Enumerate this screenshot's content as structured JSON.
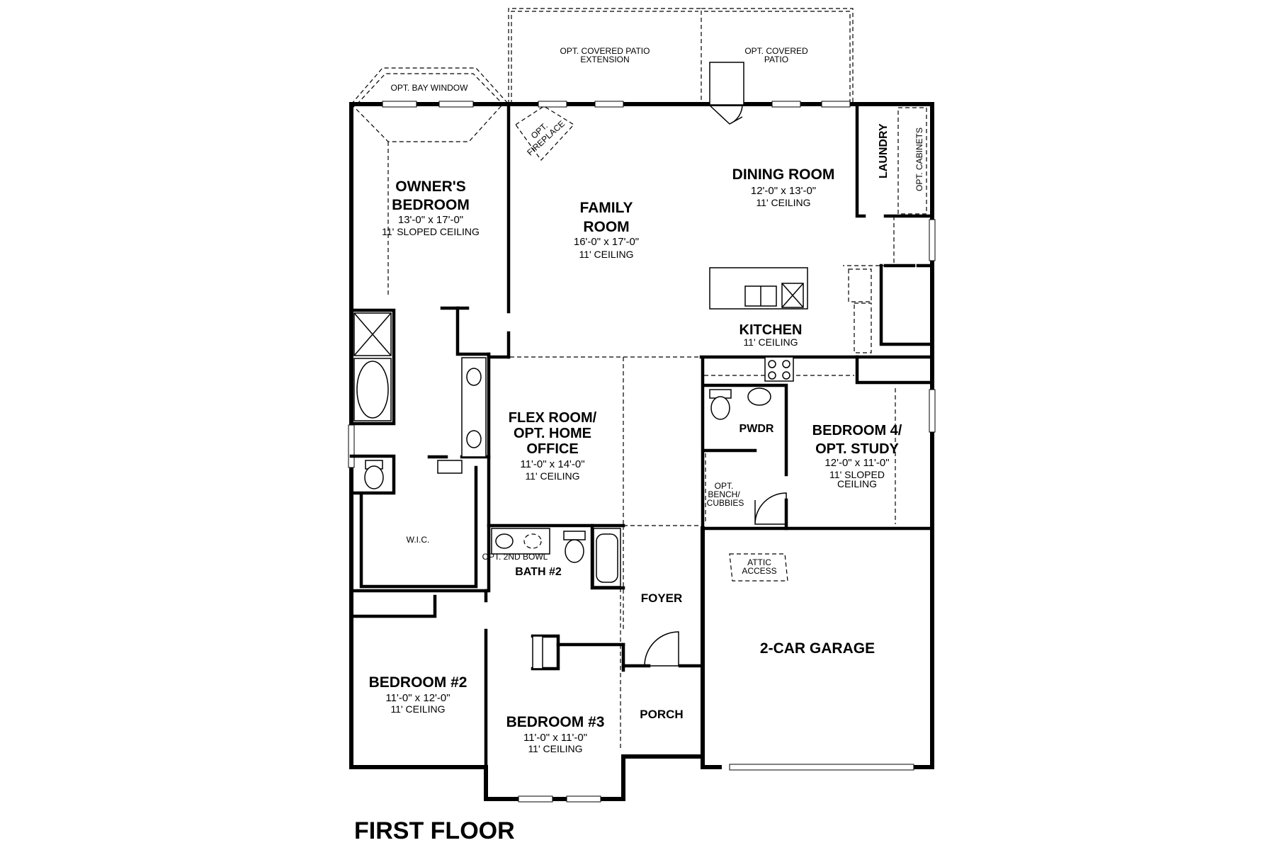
{
  "floor_title": "FIRST FLOOR",
  "rooms": {
    "owners_bedroom": {
      "name_1": "OWNER'S",
      "name_2": "BEDROOM",
      "size": "13'-0\" x 17'-0\"",
      "ceiling": "11' SLOPED CEILING"
    },
    "family_room": {
      "name_1": "FAMILY",
      "name_2": "ROOM",
      "size": "16'-0\" x 17'-0\"",
      "ceiling": "11' CEILING"
    },
    "dining_room": {
      "name": "DINING ROOM",
      "size": "12'-0\" x 13'-0\"",
      "ceiling": "11' CEILING"
    },
    "laundry": {
      "name": "LAUNDRY"
    },
    "kitchen": {
      "name": "KITCHEN",
      "ceiling": "11' CEILING"
    },
    "flex_room": {
      "name_1": "FLEX ROOM/",
      "name_2": "OPT. HOME",
      "name_3": "OFFICE",
      "size": "11'-0\" x 14'-0\"",
      "ceiling": "11' CEILING"
    },
    "powder": {
      "name": "PWDR"
    },
    "bedroom_4": {
      "name_1": "BEDROOM 4/",
      "name_2": "OPT. STUDY",
      "size": "12'-0\" x 11'-0\"",
      "ceiling_1": "11' SLOPED",
      "ceiling_2": "CEILING"
    },
    "wic": {
      "name": "W.I.C."
    },
    "bath_2": {
      "name": "BATH #2"
    },
    "foyer": {
      "name": "FOYER"
    },
    "garage": {
      "name": "2-CAR GARAGE"
    },
    "bedroom_2": {
      "name": "BEDROOM #2",
      "size": "11'-0\" x 12'-0\"",
      "ceiling": "11' CEILING"
    },
    "bedroom_3": {
      "name": "BEDROOM #3",
      "size": "11'-0\" x 11'-0\"",
      "ceiling": "11' CEILING"
    },
    "porch": {
      "name": "PORCH"
    }
  },
  "options": {
    "covered_patio_ext_1": "OPT. COVERED PATIO",
    "covered_patio_ext_2": "EXTENSION",
    "covered_patio_1": "OPT. COVERED",
    "covered_patio_2": "PATIO",
    "bay_window": "OPT. BAY WINDOW",
    "fireplace_1": "OPT.",
    "fireplace_2": "FIREPLACE",
    "cabinets": "OPT. CABINETS",
    "bench_1": "OPT.",
    "bench_2": "BENCH/",
    "bench_3": "CUBBIES",
    "second_bowl": "OPT. 2ND BOWL",
    "attic_1": "ATTIC",
    "attic_2": "ACCESS"
  }
}
